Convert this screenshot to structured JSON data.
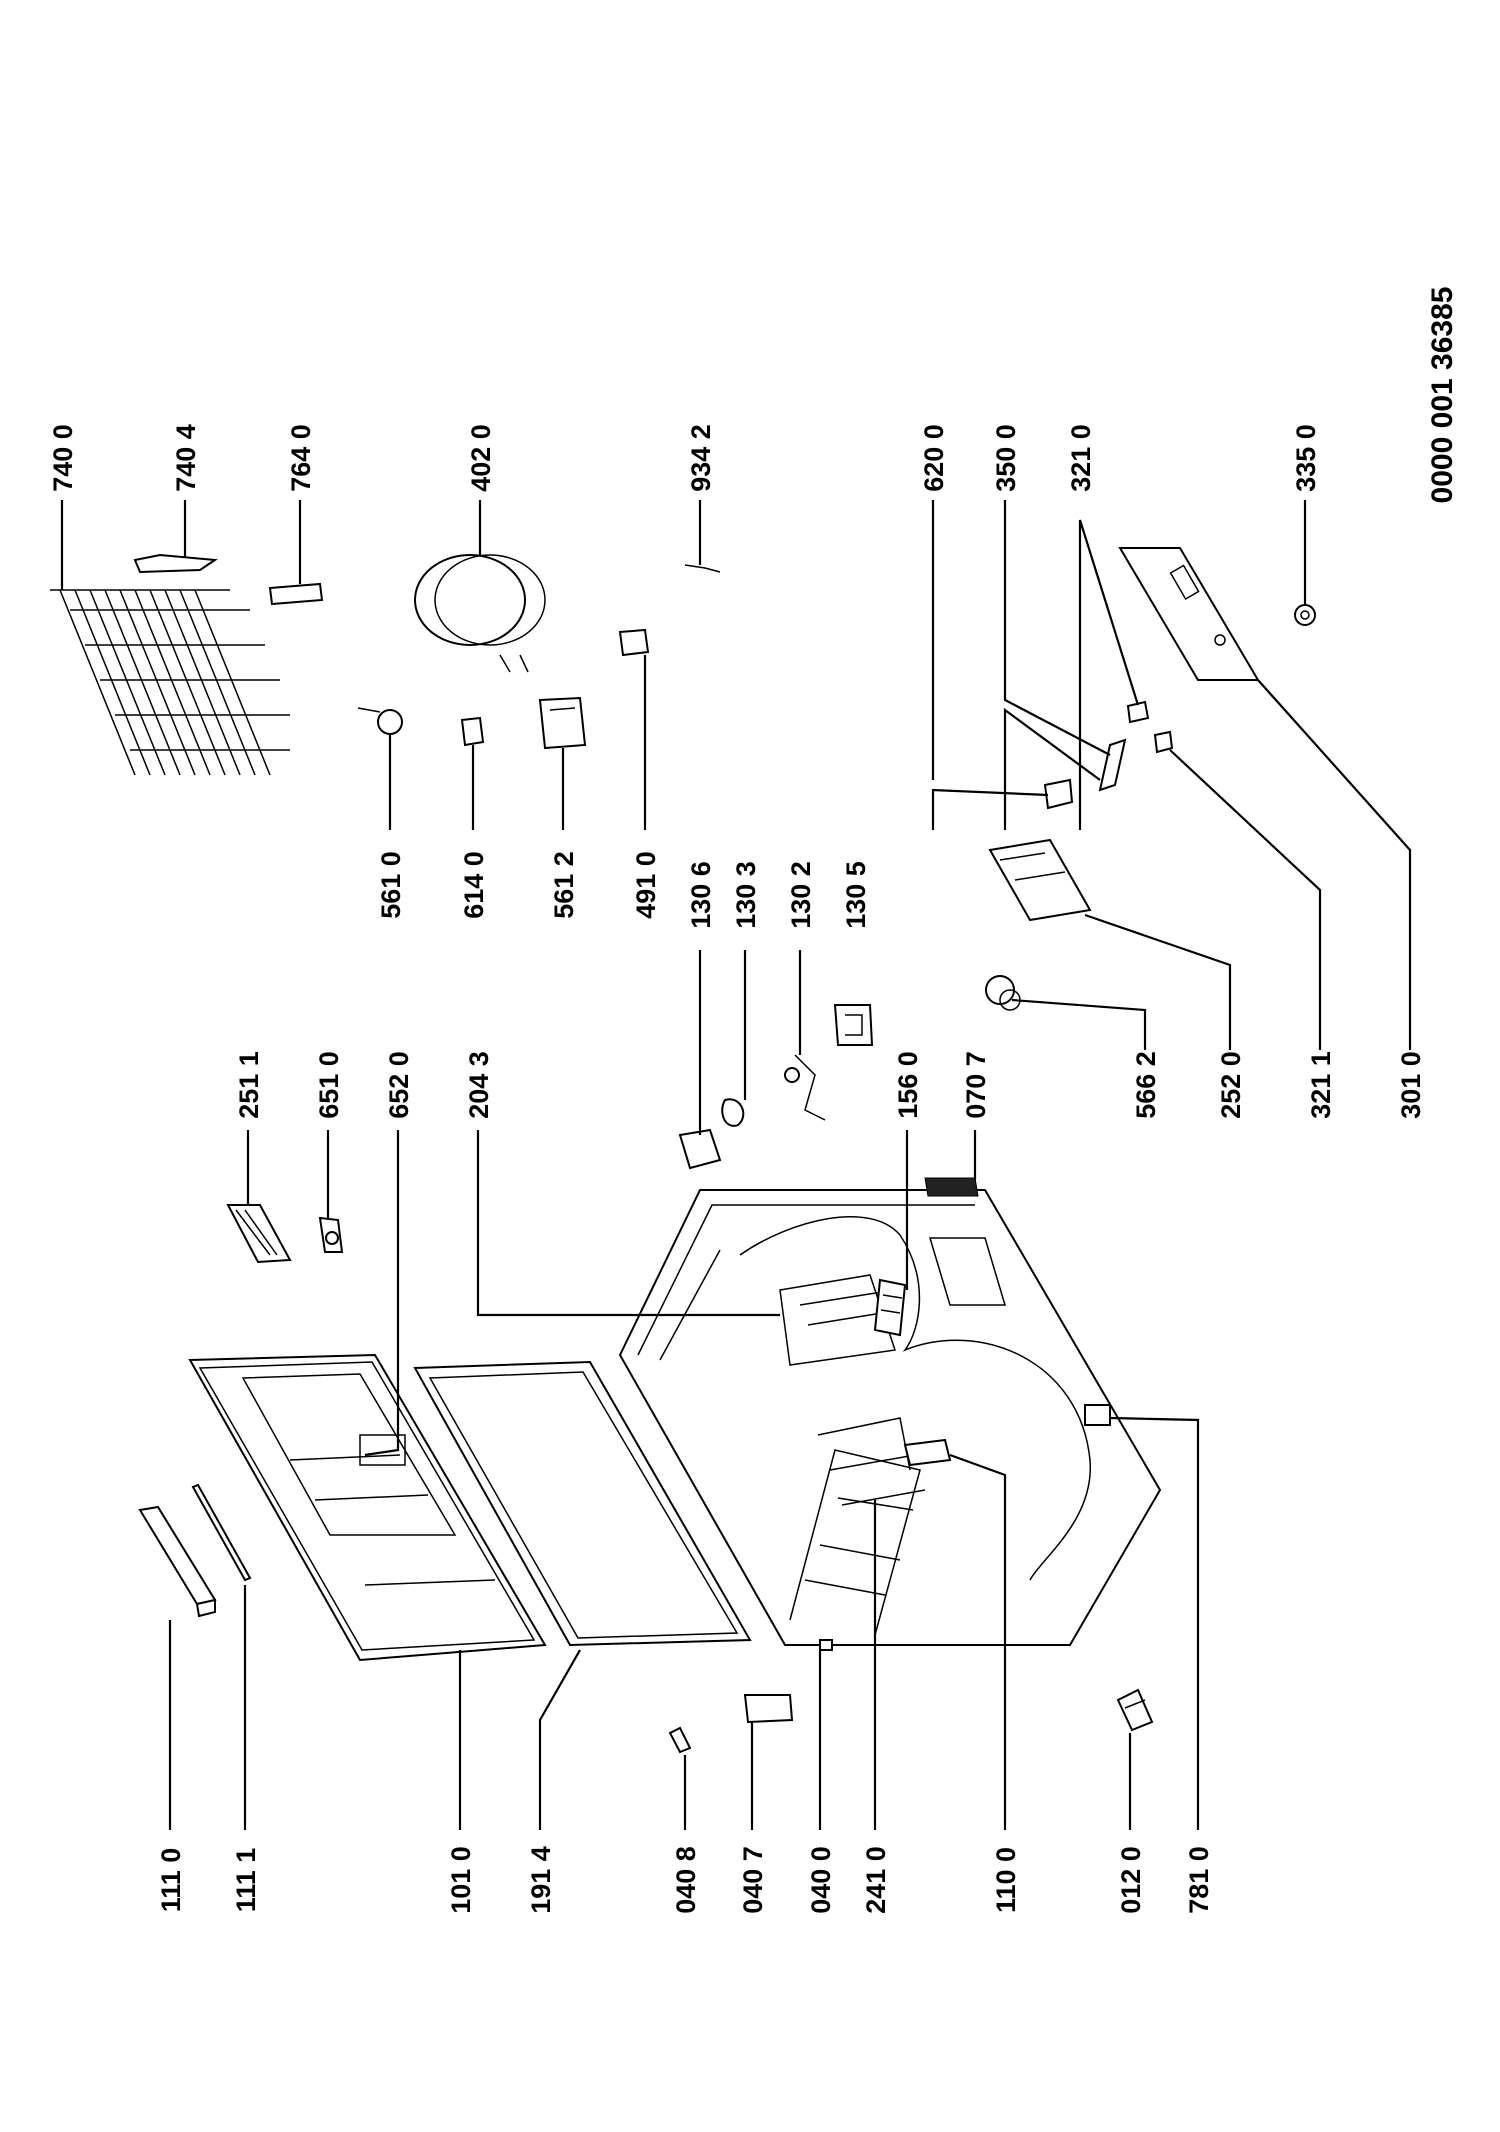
{
  "document_id": "0000 001 36385",
  "parts": {
    "p1110": "111 0",
    "p1111": "111 1",
    "p1010": "101 0",
    "p1914": "191 4",
    "p0408": "040 8",
    "p0407": "040 7",
    "p0400": "040 0",
    "p2410": "241 0",
    "p1100": "110 0",
    "p0120": "012 0",
    "p7810": "781 0",
    "p2511": "251 1",
    "p6510": "651 0",
    "p6520": "652 0",
    "p2043": "204 3",
    "p1306": "130 6",
    "p1303": "130 3",
    "p1302": "130 2",
    "p1305": "130 5",
    "p1560": "156 0",
    "p0707": "070 7",
    "p5662": "566 2",
    "p2520": "252 0",
    "p3211": "321 1",
    "p3010": "301 0",
    "p5610": "561 0",
    "p6140": "614 0",
    "p5612": "561 2",
    "p4910": "491 0",
    "p7400": "740 0",
    "p7404": "740 4",
    "p7640": "764 0",
    "p4020": "402 0",
    "p9342": "934 2",
    "p6200": "620 0",
    "p3500": "350 0",
    "p3210": "321 0",
    "p3350": "335 0"
  }
}
